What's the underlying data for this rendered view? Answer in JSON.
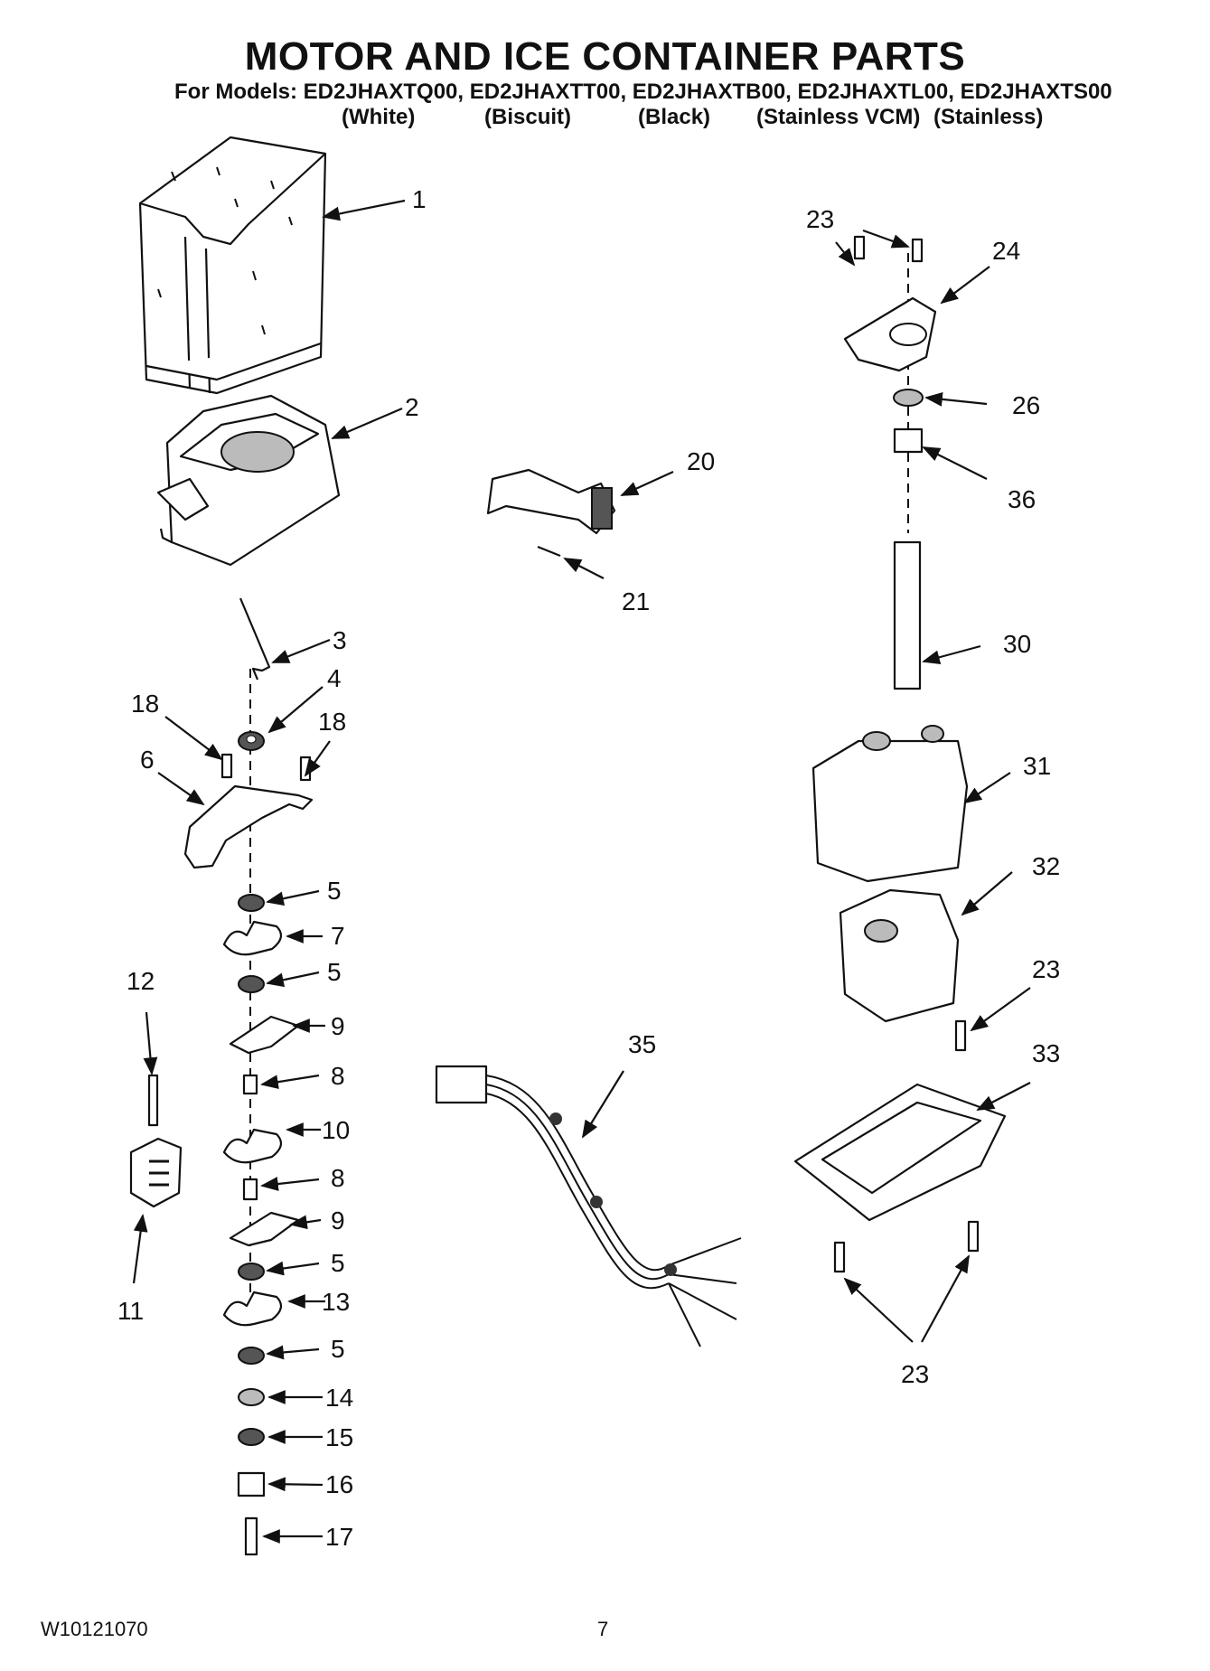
{
  "header": {
    "title": "MOTOR AND ICE CONTAINER PARTS",
    "models_line": "For Models: ED2JHAXTQ00, ED2JHAXTT00, ED2JHAXTB00, ED2JHAXTL00, ED2JHAXTS00",
    "colors": [
      "(White)",
      "(Biscuit)",
      "(Black)",
      "(Stainless VCM)",
      "(Stainless)"
    ]
  },
  "footer": {
    "doc_number": "W10121070",
    "page_number": "7"
  },
  "callouts": {
    "c1": "1",
    "c2": "2",
    "c3": "3",
    "c4": "4",
    "c18a": "18",
    "c18b": "18",
    "c6": "6",
    "c5a": "5",
    "c7": "7",
    "c5b": "5",
    "c9a": "9",
    "c8a": "8",
    "c10": "10",
    "c8b": "8",
    "c9b": "9",
    "c5c": "5",
    "c13": "13",
    "c5d": "5",
    "c14": "14",
    "c15": "15",
    "c16": "16",
    "c17": "17",
    "c12": "12",
    "c11": "11",
    "c20": "20",
    "c21": "21",
    "c35": "35",
    "c23a": "23",
    "c24": "24",
    "c26": "26",
    "c36": "36",
    "c30": "30",
    "c31": "31",
    "c32": "32",
    "c23b": "23",
    "c33": "33",
    "c23c": "23"
  }
}
